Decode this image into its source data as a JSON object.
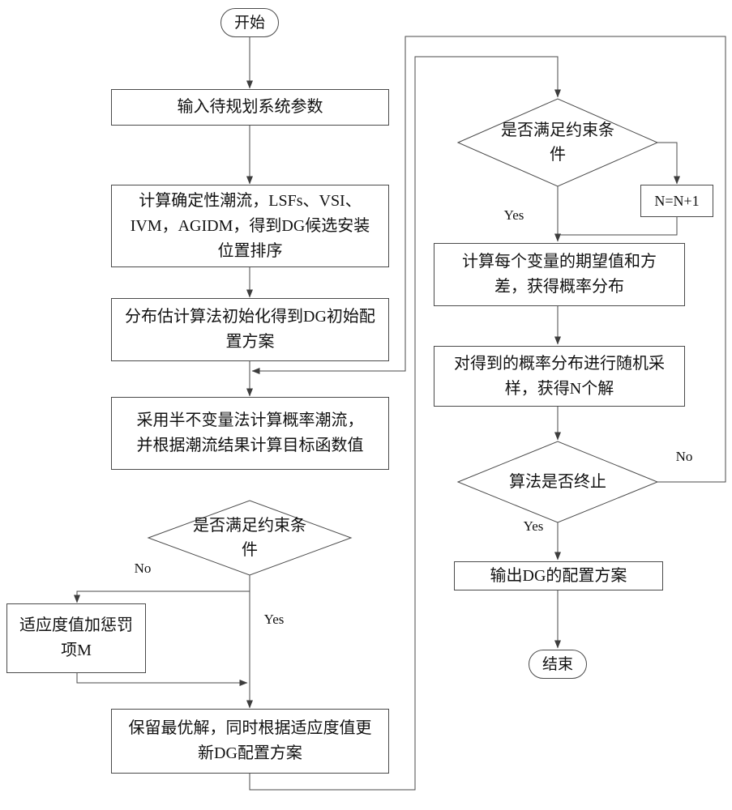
{
  "diagram": {
    "type": "flowchart",
    "nodes": {
      "start": "开始",
      "input_params": "输入待规划系统参数",
      "deterministic_flow": "计算确定性潮流，LSFs、VSI、\nIVM，AGIDM，得到DG候选安装\n位置排序",
      "eda_init": "分布估计算法初始化得到DG初始配\n置方案",
      "probabilistic_flow": "采用半不变量法计算概率潮流，\n并根据潮流结果计算目标函数值",
      "constraint_check_left": "是否满足约束条\n件",
      "penalty": "适应度值加惩罚\n项M",
      "keep_best": "保留最优解，同时根据适应度值更\n新DG配置方案",
      "constraint_check_right": "是否满足约束条\n件",
      "increment": "N=N+1",
      "expectation_variance": "计算每个变量的期望值和方\n差，获得概率分布",
      "random_sampling": "对得到的概率分布进行随机采\n样，获得N个解",
      "terminate_check": "算法是否终止",
      "output_dg": "输出DG的配置方案",
      "end": "结束"
    },
    "edge_labels": {
      "no_left": "No",
      "yes_left": "Yes",
      "yes_top_right": "Yes",
      "yes_bottom_right": "Yes",
      "no_bottom_right": "No"
    },
    "colors": {
      "line": "#4a4a4a",
      "arrow": "#3d3d3d",
      "text": "#111111",
      "background": "#ffffff"
    }
  }
}
